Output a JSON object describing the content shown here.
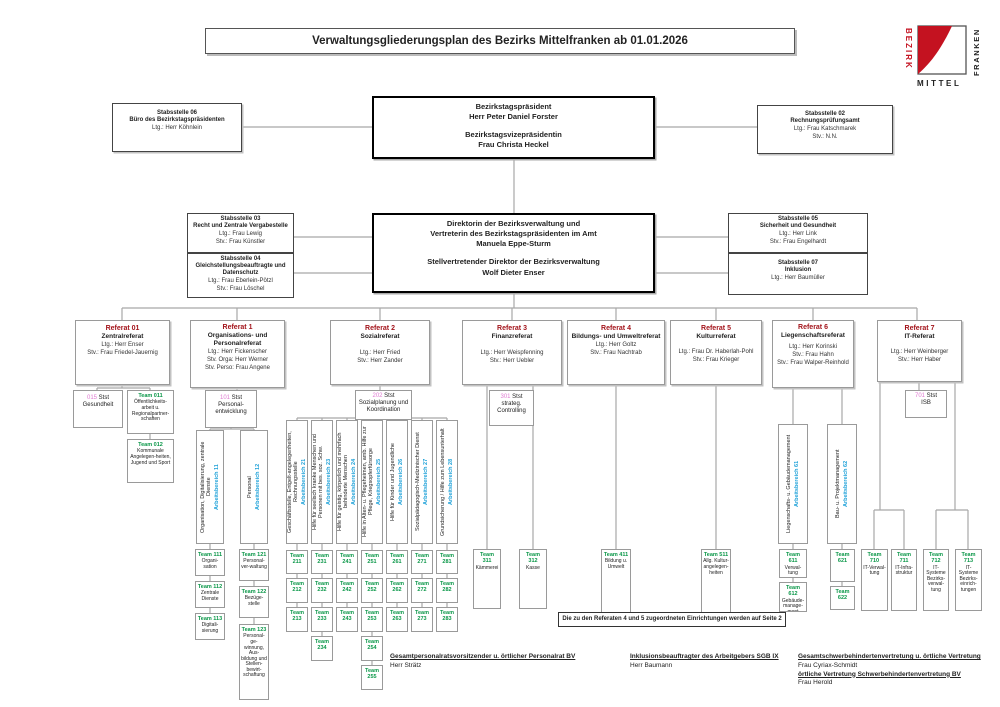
{
  "title": "Verwaltungsgliederungsplan des Bezirks Mittelfranken ab 01.01.2026",
  "logo": {
    "bezirk": "BEZIRK",
    "mittel": "MITTEL",
    "franken": "FRANKEN"
  },
  "colors": {
    "referat_red": "#a3141b",
    "team_green": "#0a9748",
    "stst_pink": "#e07ad2",
    "arbeitsbereich_blue": "#1ba0d8",
    "logo_red": "#c41220",
    "connector_gray": "#a8a8a8"
  },
  "leadership": {
    "president": {
      "l1": "Bezirkstagspräsident",
      "l2": "Herr Peter Daniel Forster",
      "l3": "Bezirkstagsvizepräsidentin",
      "l4": "Frau Christa Heckel"
    },
    "director": {
      "l1": "Direktorin der Bezirksverwaltung und",
      "l2": "Vertreterin des Bezirkstagspräsidenten im Amt",
      "l3": "Manuela Eppe-Sturm",
      "l4": "Stellvertretender Direktor der Bezirksverwaltung",
      "l5": "Wolf Dieter Enser"
    }
  },
  "stabsstellen": {
    "st06": {
      "no": "Stabsstelle 06",
      "name": "Büro des Bezirkstagspräsidenten",
      "l1": "Ltg.: Herr Köhnlein"
    },
    "st02": {
      "no": "Stabsstelle 02",
      "name": "Rechnungsprüfungsamt",
      "l1": "Ltg.: Frau Katschmarek",
      "l2": "Stv.: N.N."
    },
    "st03": {
      "no": "Stabsstelle 03",
      "name": "Recht und Zentrale Vergabestelle",
      "l1": "Ltg.: Frau Lewig",
      "l2": "Stv.: Frau Künstler"
    },
    "st04": {
      "no": "Stabsstelle 04",
      "name": "Gleichstellungsbeauftragte und Datenschutz",
      "l1": "Ltg.: Frau Eberlein-Pötzl",
      "l2": "Stv.: Frau Löschel"
    },
    "st05": {
      "no": "Stabsstelle 05",
      "name": "Sicherheit und Gesundheit",
      "l1": "Ltg.: Herr Link",
      "l2": "Stv.: Frau Engelhardt"
    },
    "st07": {
      "no": "Stabsstelle 07",
      "name": "Inklusion",
      "l1": "Ltg.: Herr Baumüller"
    }
  },
  "referate": {
    "r01": {
      "no": "Referat 01",
      "name": "Zentralreferat",
      "s1": "Ltg.: Herr Enser",
      "s2": "Stv.: Frau Friedel-Jauernig"
    },
    "r1": {
      "no": "Referat 1",
      "name": "Organisations- und Personalreferat",
      "s1": "Ltg.: Herr Fickenscher",
      "s2": "Stv. Orga: Herr Werner",
      "s3": "Stv. Perso: Frau Angene"
    },
    "r2": {
      "no": "Referat 2",
      "name": "Sozialreferat",
      "s1": "Ltg.: Herr Fried",
      "s2": "Stv.: Herr Zander"
    },
    "r3": {
      "no": "Referat 3",
      "name": "Finanzreferat",
      "s1": "Ltg.: Herr Weispfenning",
      "s2": "Stv.: Herr Uebler"
    },
    "r4": {
      "no": "Referat 4",
      "name": "Bildungs- und Umweltreferat",
      "s1": "Ltg.: Herr Goltz",
      "s2": "Stv.: Frau Nachtrab"
    },
    "r5": {
      "no": "Referat 5",
      "name": "Kulturreferat",
      "s1": "Ltg.: Frau Dr. Haberlah-Pohl",
      "s2": "Stv.: Frau Krieger"
    },
    "r6": {
      "no": "Referat 6",
      "name": "Liegenschaftsreferat",
      "s1": "Ltg.: Herr Korinski",
      "s2": "Stv.: Frau Hahn",
      "s3": "Stv.: Frau Walper-Reinhold"
    },
    "r7": {
      "no": "Referat 7",
      "name": "IT-Referat",
      "s1": "Ltg.: Herr Weinberger",
      "s2": "Stv.: Herr Haber"
    }
  },
  "stst": {
    "s015": {
      "no": "015",
      "tag": "Stst",
      "desc": "Gesundheit"
    },
    "s101": {
      "no": "101",
      "tag": "Stst",
      "desc": "Personal-entwicklung"
    },
    "s202": {
      "no": "202",
      "tag": "Stst",
      "desc": "Sozialplanung und Koordination"
    },
    "s301": {
      "no": "301",
      "tag": "Stst",
      "desc": "strateg. Controlling"
    },
    "s701": {
      "no": "701",
      "tag": "Stst",
      "desc": "ISB"
    }
  },
  "ab": {
    "ab11": {
      "label": "Arbeitsbereich 11",
      "desc": "Organisation, Digitalisierung, zentrale Dienste"
    },
    "ab12": {
      "label": "Arbeitsbereich 12",
      "desc": "Personal"
    },
    "ab21": {
      "label": "Arbeitsbereich 21",
      "desc": "Geschäftsstelle, Entgelt-angelegenheiten, Rechnungsstelle"
    },
    "ab23": {
      "label": "Arbeitsbereich 23",
      "desc": "Hilfe für seelisch kranke Menschen und Personen mit bes. soz. Schw."
    },
    "ab24": {
      "label": "Arbeitsbereich 24",
      "desc": "Hilfe für geistig, körperlich und mehrfach behinderte Menschen"
    },
    "ab25": {
      "label": "Arbeitsbereich 25",
      "desc": "Hilfe in Alten- u. Pflegeheimen, amb. Hilfe zur Pflege, Kriegsopferfürsorge"
    },
    "ab26": {
      "label": "Arbeitsbereich 26",
      "desc": "Hilfe für Kinder und Jugendliche"
    },
    "ab27": {
      "label": "Arbeitsbereich 27",
      "desc": "Sozialpädagogisch-Medizinischer Dienst"
    },
    "ab28": {
      "label": "Arbeitsbereich 28",
      "desc": "Grundsicherung / Hilfe zum Lebensunterhalt"
    },
    "ab61": {
      "label": "Arbeitsbereich 61",
      "desc": "Liegenschafts- u. Gebäudemanagement"
    },
    "ab62": {
      "label": "Arbeitsbereich 62",
      "desc": "Bau- u. Projektmanagement"
    }
  },
  "teams": {
    "t011": {
      "label": "Team 011",
      "desc": "Öffentlichkeits-arbeit u. Regionalpartner-schaften"
    },
    "t012": {
      "label": "Team 012",
      "desc": "Kommunale Angelegen-heiten, Jugend und Sport"
    },
    "t111": {
      "label": "Team 111",
      "desc": "Organi-sation"
    },
    "t112": {
      "label": "Team 112",
      "desc": "Zentrale Dienste"
    },
    "t113": {
      "label": "Team 113",
      "desc": "Digitali-sierung"
    },
    "t121": {
      "label": "Team 121",
      "desc": "Personal-ver-waltung"
    },
    "t122": {
      "label": "Team 122",
      "desc": "Bezüge-stelle"
    },
    "t123": {
      "label": "Team 123",
      "desc": "Personal-ge-winnung, Aus-bildung und Stellen-bewirt-schaftung"
    },
    "grid_r2": [
      "Team 211",
      "Team 231",
      "Team 241",
      "Team 251",
      "Team 261",
      "Team 271",
      "Team 281",
      "Team 212",
      "Team 232",
      "Team 242",
      "Team 252",
      "Team 262",
      "Team 272",
      "Team 282",
      "Team 213",
      "Team 233",
      "Team 243",
      "Team 253",
      "Team 263",
      "Team 273",
      "Team 283",
      "Team 234",
      "Team 254",
      "Team 255"
    ],
    "t311": {
      "label": "Team 311",
      "desc": "Kämmerei"
    },
    "t312": {
      "label": "Team 312",
      "desc": "Kasse"
    },
    "t411": {
      "label": "Team 411",
      "desc": "Bildung u. Umwelt"
    },
    "t511": {
      "label": "Team 511",
      "desc": "Allg. Kultur-angelegen-heiten"
    },
    "t611": {
      "label": "Team 611",
      "desc": "Verwal-tung"
    },
    "t612": {
      "label": "Team 612",
      "desc": "Gebäude-manage-ment"
    },
    "t621": {
      "label": "Team 621",
      "desc": ""
    },
    "t622": {
      "label": "Team 622",
      "desc": ""
    },
    "t710": {
      "label": "Team 710",
      "desc": "IT-Verwal-tung"
    },
    "t711": {
      "label": "Team 711",
      "desc": "IT-Infra-struktur"
    },
    "t712": {
      "label": "Team 712",
      "desc": "IT-Systeme Bezirks-verwal-tung"
    },
    "t713": {
      "label": "Team 713",
      "desc": "IT-Systeme Bezirks-einrich-tungen"
    }
  },
  "note": "Die zu den Referaten 4 und 5 zugeordneten Einrichtungen werden auf Seite 2 aufgeführt.",
  "footer": {
    "f1_title": "Gesamtpersonalratsvorsitzender u. örtlicher Personalrat BV",
    "f1_name": "Herr Strätz",
    "f2_title": "Inklusionsbeauftragter des Arbeitgebers SGB IX",
    "f2_name": "Herr Baumann",
    "f3_title": "Gesamtschwerbehindertenvertretung u. örtliche Vertretung",
    "f3_name": "Frau Cyriax-Schmidt",
    "f3_title2": "örtliche Vertretung Schwerbehindertenvertretung BV",
    "f3_name2": "Frau Herold"
  }
}
